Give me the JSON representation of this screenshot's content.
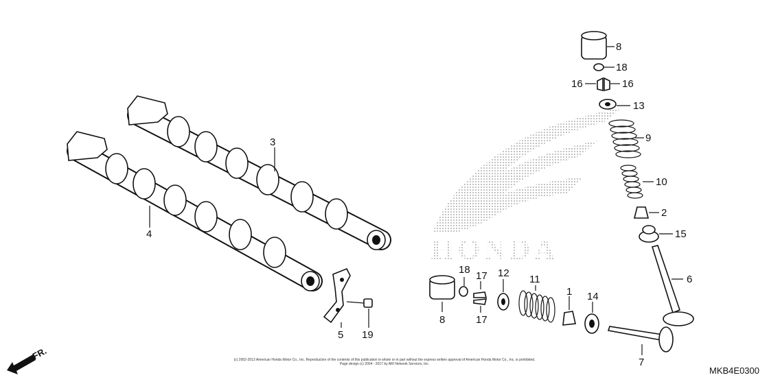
{
  "diagram": {
    "brand_watermark": "HONDA",
    "code": "MKB4E0300",
    "direction_label": "FR.",
    "copyright_line1": "(c) 2002-2013 American Honda Motor Co., Inc. Reproduction of the contents of this publication in whole or in part without the express written approval of American Honda Motor Co., Inc. is prohibited.",
    "copyright_line2": "Page design (c) 2004 - 2017 by ARI Network Services, Inc.",
    "callouts": {
      "c3": "3",
      "c4": "4",
      "c5": "5",
      "c19": "19",
      "c8a": "8",
      "c18a": "18",
      "c16a": "16",
      "c16b": "16",
      "c13": "13",
      "c9": "9",
      "c10": "10",
      "c2": "2",
      "c15": "15",
      "c6": "6",
      "c7": "7",
      "c8b": "8",
      "c18b": "18",
      "c17a": "17",
      "c17b": "17",
      "c12": "12",
      "c11": "11",
      "c1": "1",
      "c14": "14"
    }
  }
}
